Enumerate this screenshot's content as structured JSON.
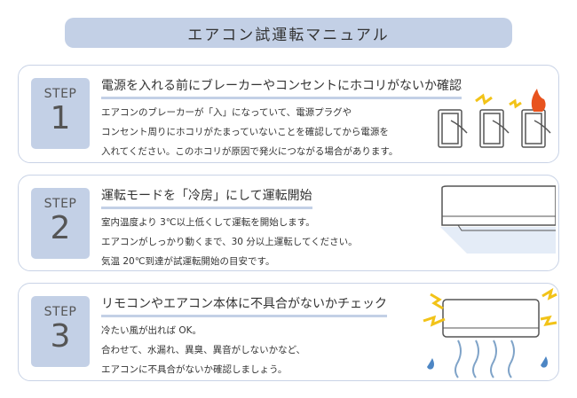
{
  "header": {
    "title": "エアコン試運転マニュアル"
  },
  "steps": [
    {
      "label": "STEP",
      "number": "1",
      "title": "電源を入れる前にブレーカーやコンセントにホコリがないか確認",
      "lines": [
        "エアコンのブレーカーが「入」になっていて、電源プラグや",
        "コンセント周りにホコリがたまっていないことを確認してから電源を",
        "入れてください。このホコリが原因で発火につながる場合があります。"
      ]
    },
    {
      "label": "STEP",
      "number": "2",
      "title": "運転モードを「冷房」にして運転開始",
      "lines": [
        "室内温度より 3℃以上低くして運転を開始します。",
        "エアコンがしっかり動くまで、30 分以上運転してください。",
        "気温 20℃到達が試運転開始の目安です。"
      ]
    },
    {
      "label": "STEP",
      "number": "3",
      "title": "リモコンやエアコン本体に不具合がないかチェック",
      "lines": [
        "冷たい風が出れば OK。",
        "合わせて、水漏れ、異臭、異音がしないかなど、",
        "エアコンに不具合がないか確認しましょう。"
      ]
    }
  ],
  "colors": {
    "accent": "#c3d0e6",
    "warning": "#f2c318",
    "fire": "#e8531e"
  }
}
